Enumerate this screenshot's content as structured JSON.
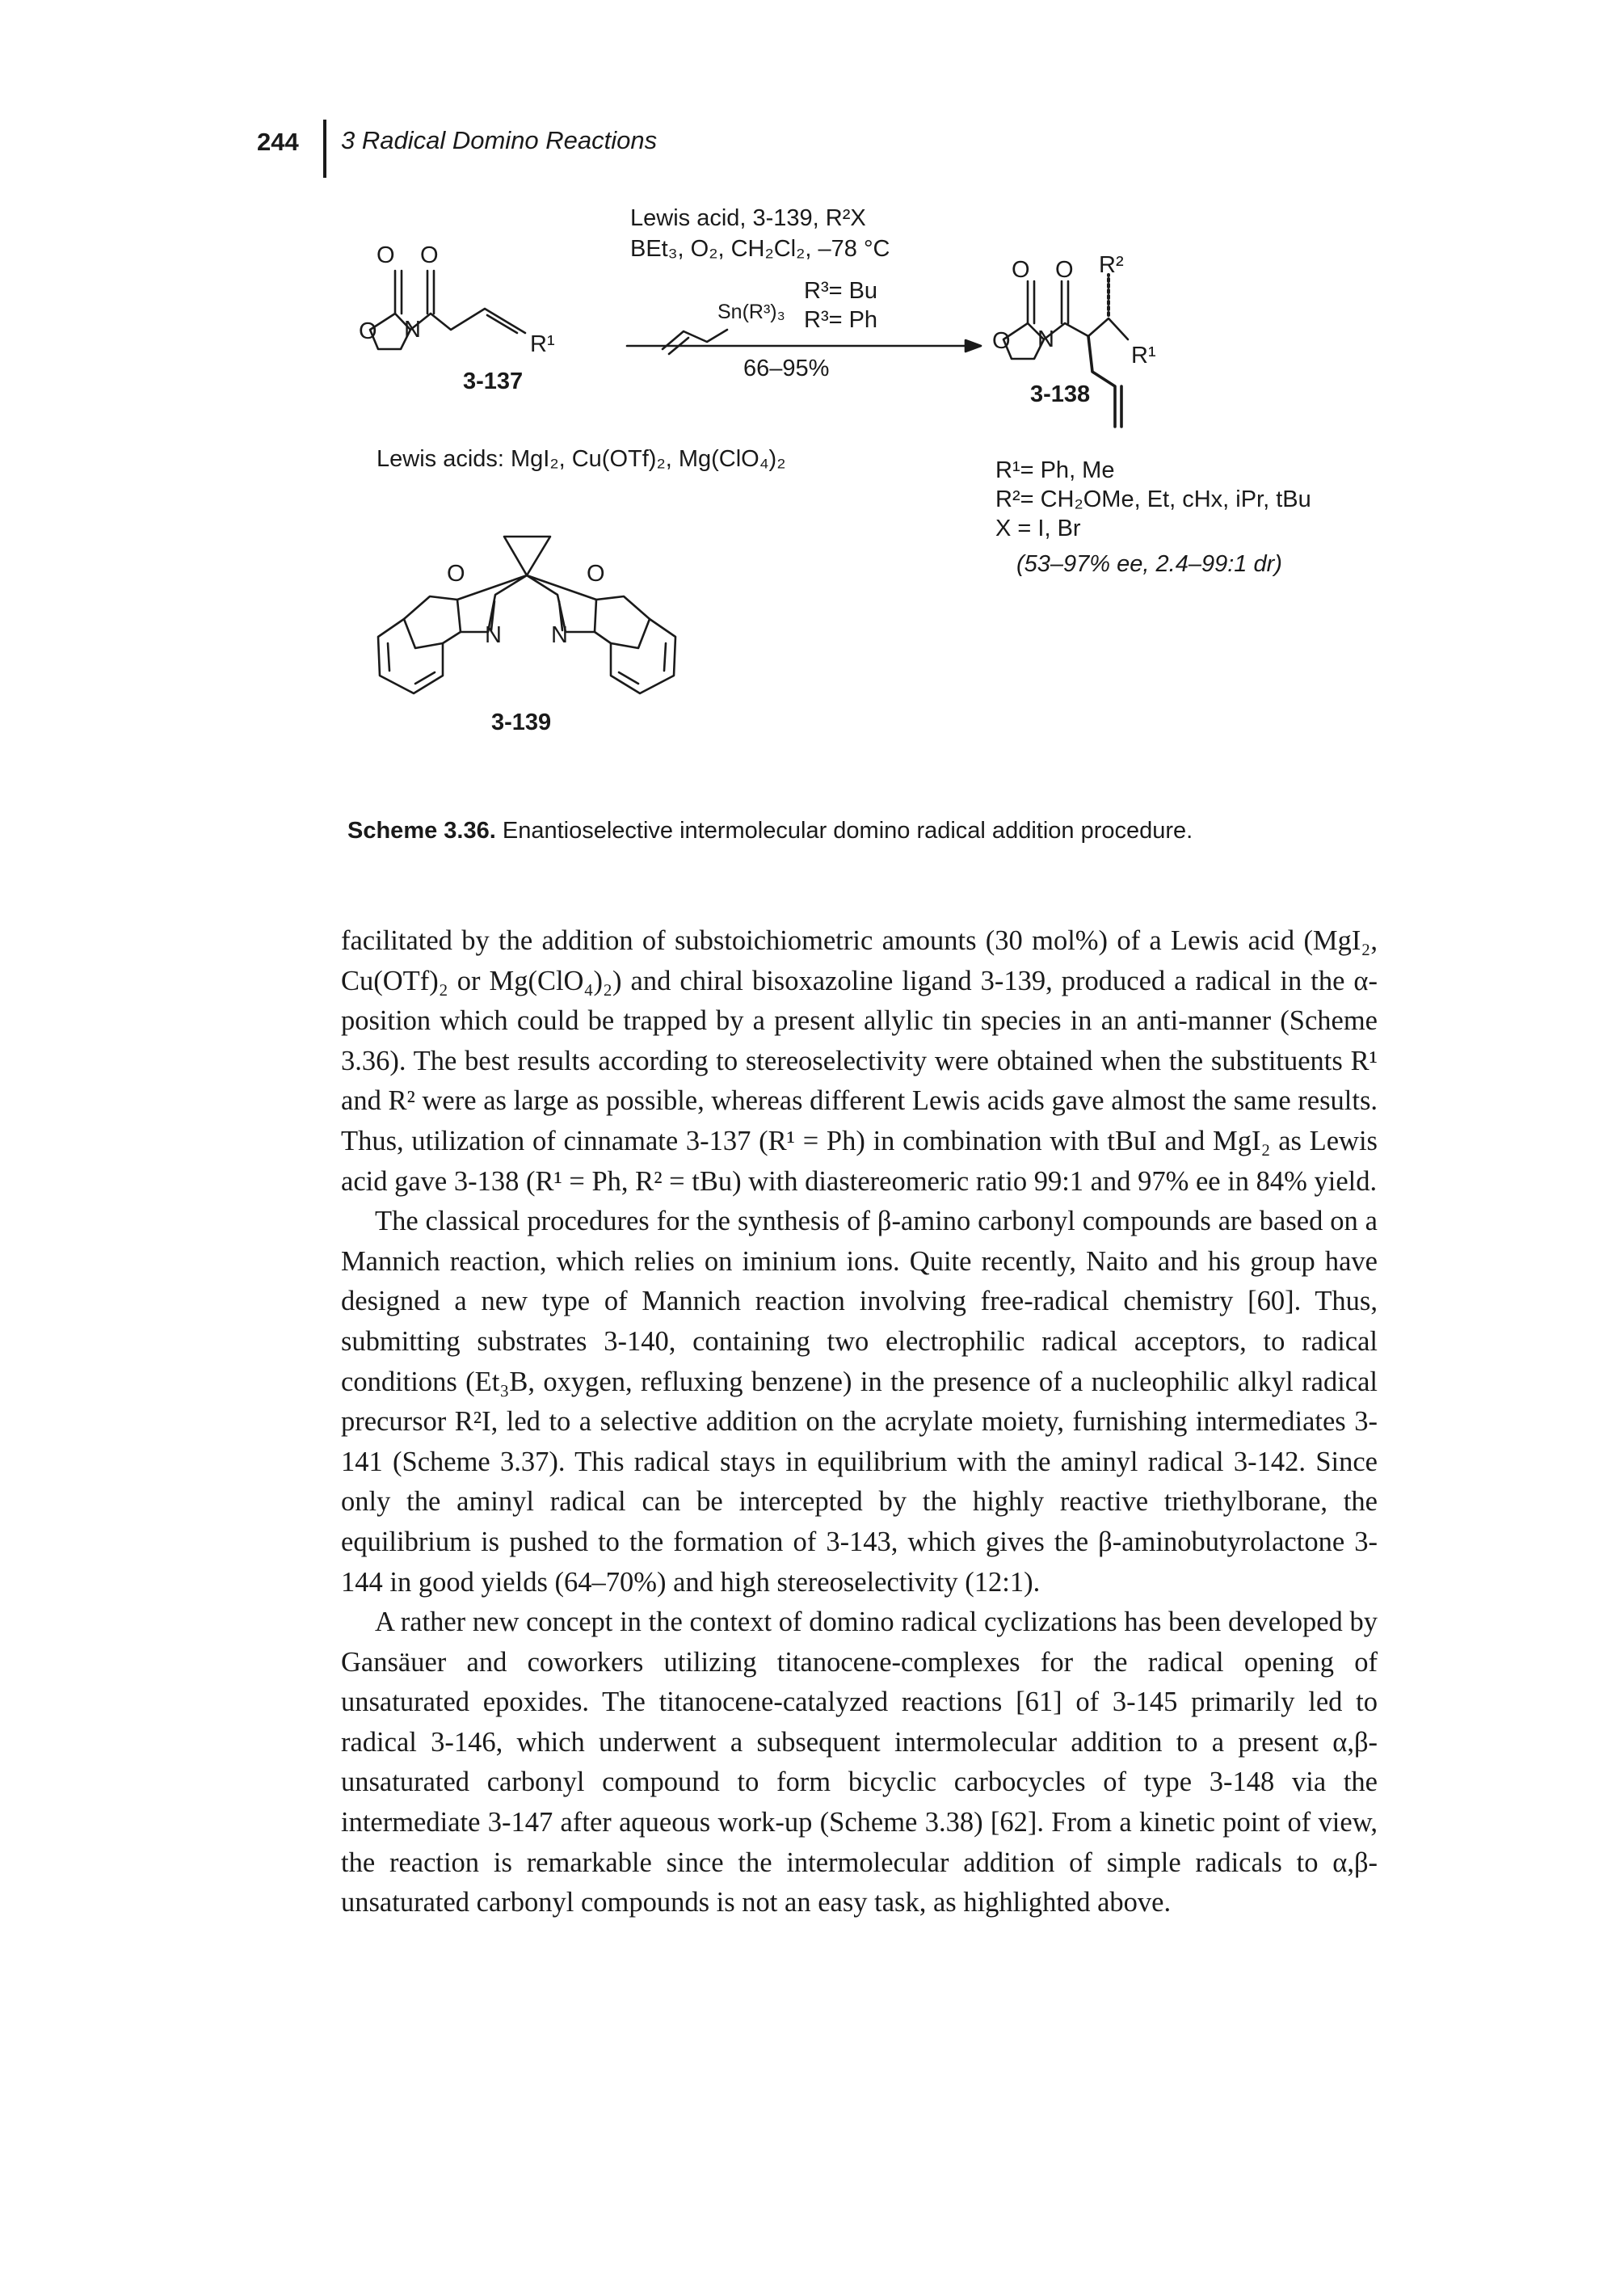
{
  "header": {
    "page_number": "244",
    "running_title": "3 Radical Domino Reactions"
  },
  "scheme": {
    "conditions_line1": "Lewis acid, 3-139, R²X",
    "conditions_line2": "BEt₃, O₂, CH₂Cl₂, –78 °C",
    "reagent_sn": "Sn(R³)₃",
    "r3_bu": "R³= Bu",
    "r3_ph": "R³= Ph",
    "yield": "66–95%",
    "substrate_id": "3-137",
    "product_id": "3-138",
    "ligand_id": "3-139",
    "lewis_acids": "Lewis acids: MgI₂, Cu(OTf)₂, Mg(ClO₄)₂",
    "r1_def": "R¹= Ph, Me",
    "r2_def": "R²= CH₂OMe, Et, cHx, iPr, tBu",
    "x_def": "X = I, Br",
    "selectivity": "(53–97% ee, 2.4–99:1 dr)",
    "atom_O": "O",
    "atom_N": "N",
    "atom_R1": "R¹",
    "atom_R2": "R²"
  },
  "caption": {
    "label": "Scheme 3.36.",
    "text": " Enantioselective intermolecular domino radical addition procedure."
  },
  "paragraphs": [
    "facilitated by the addition of substoichiometric amounts (30 mol%) of a Lewis acid (MgI₂, Cu(OTf)₂ or Mg(ClO₄)₂) and chiral bisoxazoline ligand 3-139, produced a radical in the α-position which could be trapped by a present allylic tin species in an anti-manner (Scheme 3.36). The best results according to stereoselectivity were obtained when the substituents R¹ and R² were as large as possible, whereas different Lewis acids gave almost the same results. Thus, utilization of cinnamate 3-137 (R¹ = Ph) in combination with tBuI and MgI₂ as Lewis acid gave 3-138 (R¹ = Ph, R² = tBu) with diastereomeric ratio 99:1 and 97% ee in 84% yield.",
    "The classical procedures for the synthesis of β-amino carbonyl compounds are based on a Mannich reaction, which relies on iminium ions. Quite recently, Naito and his group have designed a new type of Mannich reaction involving free-radical chemistry [60]. Thus, submitting substrates 3-140, containing two electrophilic radical acceptors, to radical conditions (Et₃B, oxygen, refluxing benzene) in the presence of a nucleophilic alkyl radical precursor R²I, led to a selective addition on the acrylate moiety, furnishing intermediates 3-141 (Scheme 3.37). This radical stays in equilibrium with the aminyl radical 3-142. Since only the aminyl radical can be intercepted by the highly reactive triethylborane, the equilibrium is pushed to the formation of 3-143, which gives the β-aminobutyrolactone 3-144 in good yields (64–70%) and high stereoselectivity (12:1).",
    "A rather new concept in the context of domino radical cyclizations has been developed by Gansäuer and coworkers utilizing titanocene-complexes for the radical opening of unsaturated epoxides. The titanocene-catalyzed reactions [61] of 3-145 primarily led to radical 3-146, which underwent a subsequent intermolecular addition to a present α,β-unsaturated carbonyl compound to form bicyclic carbocycles of type 3-148 via the intermediate 3-147 after aqueous work-up (Scheme 3.38) [62]. From a kinetic point of view, the reaction is remarkable since the intermolecular addition of simple radicals to α,β-unsaturated carbonyl compounds is not an easy task, as highlighted above."
  ]
}
